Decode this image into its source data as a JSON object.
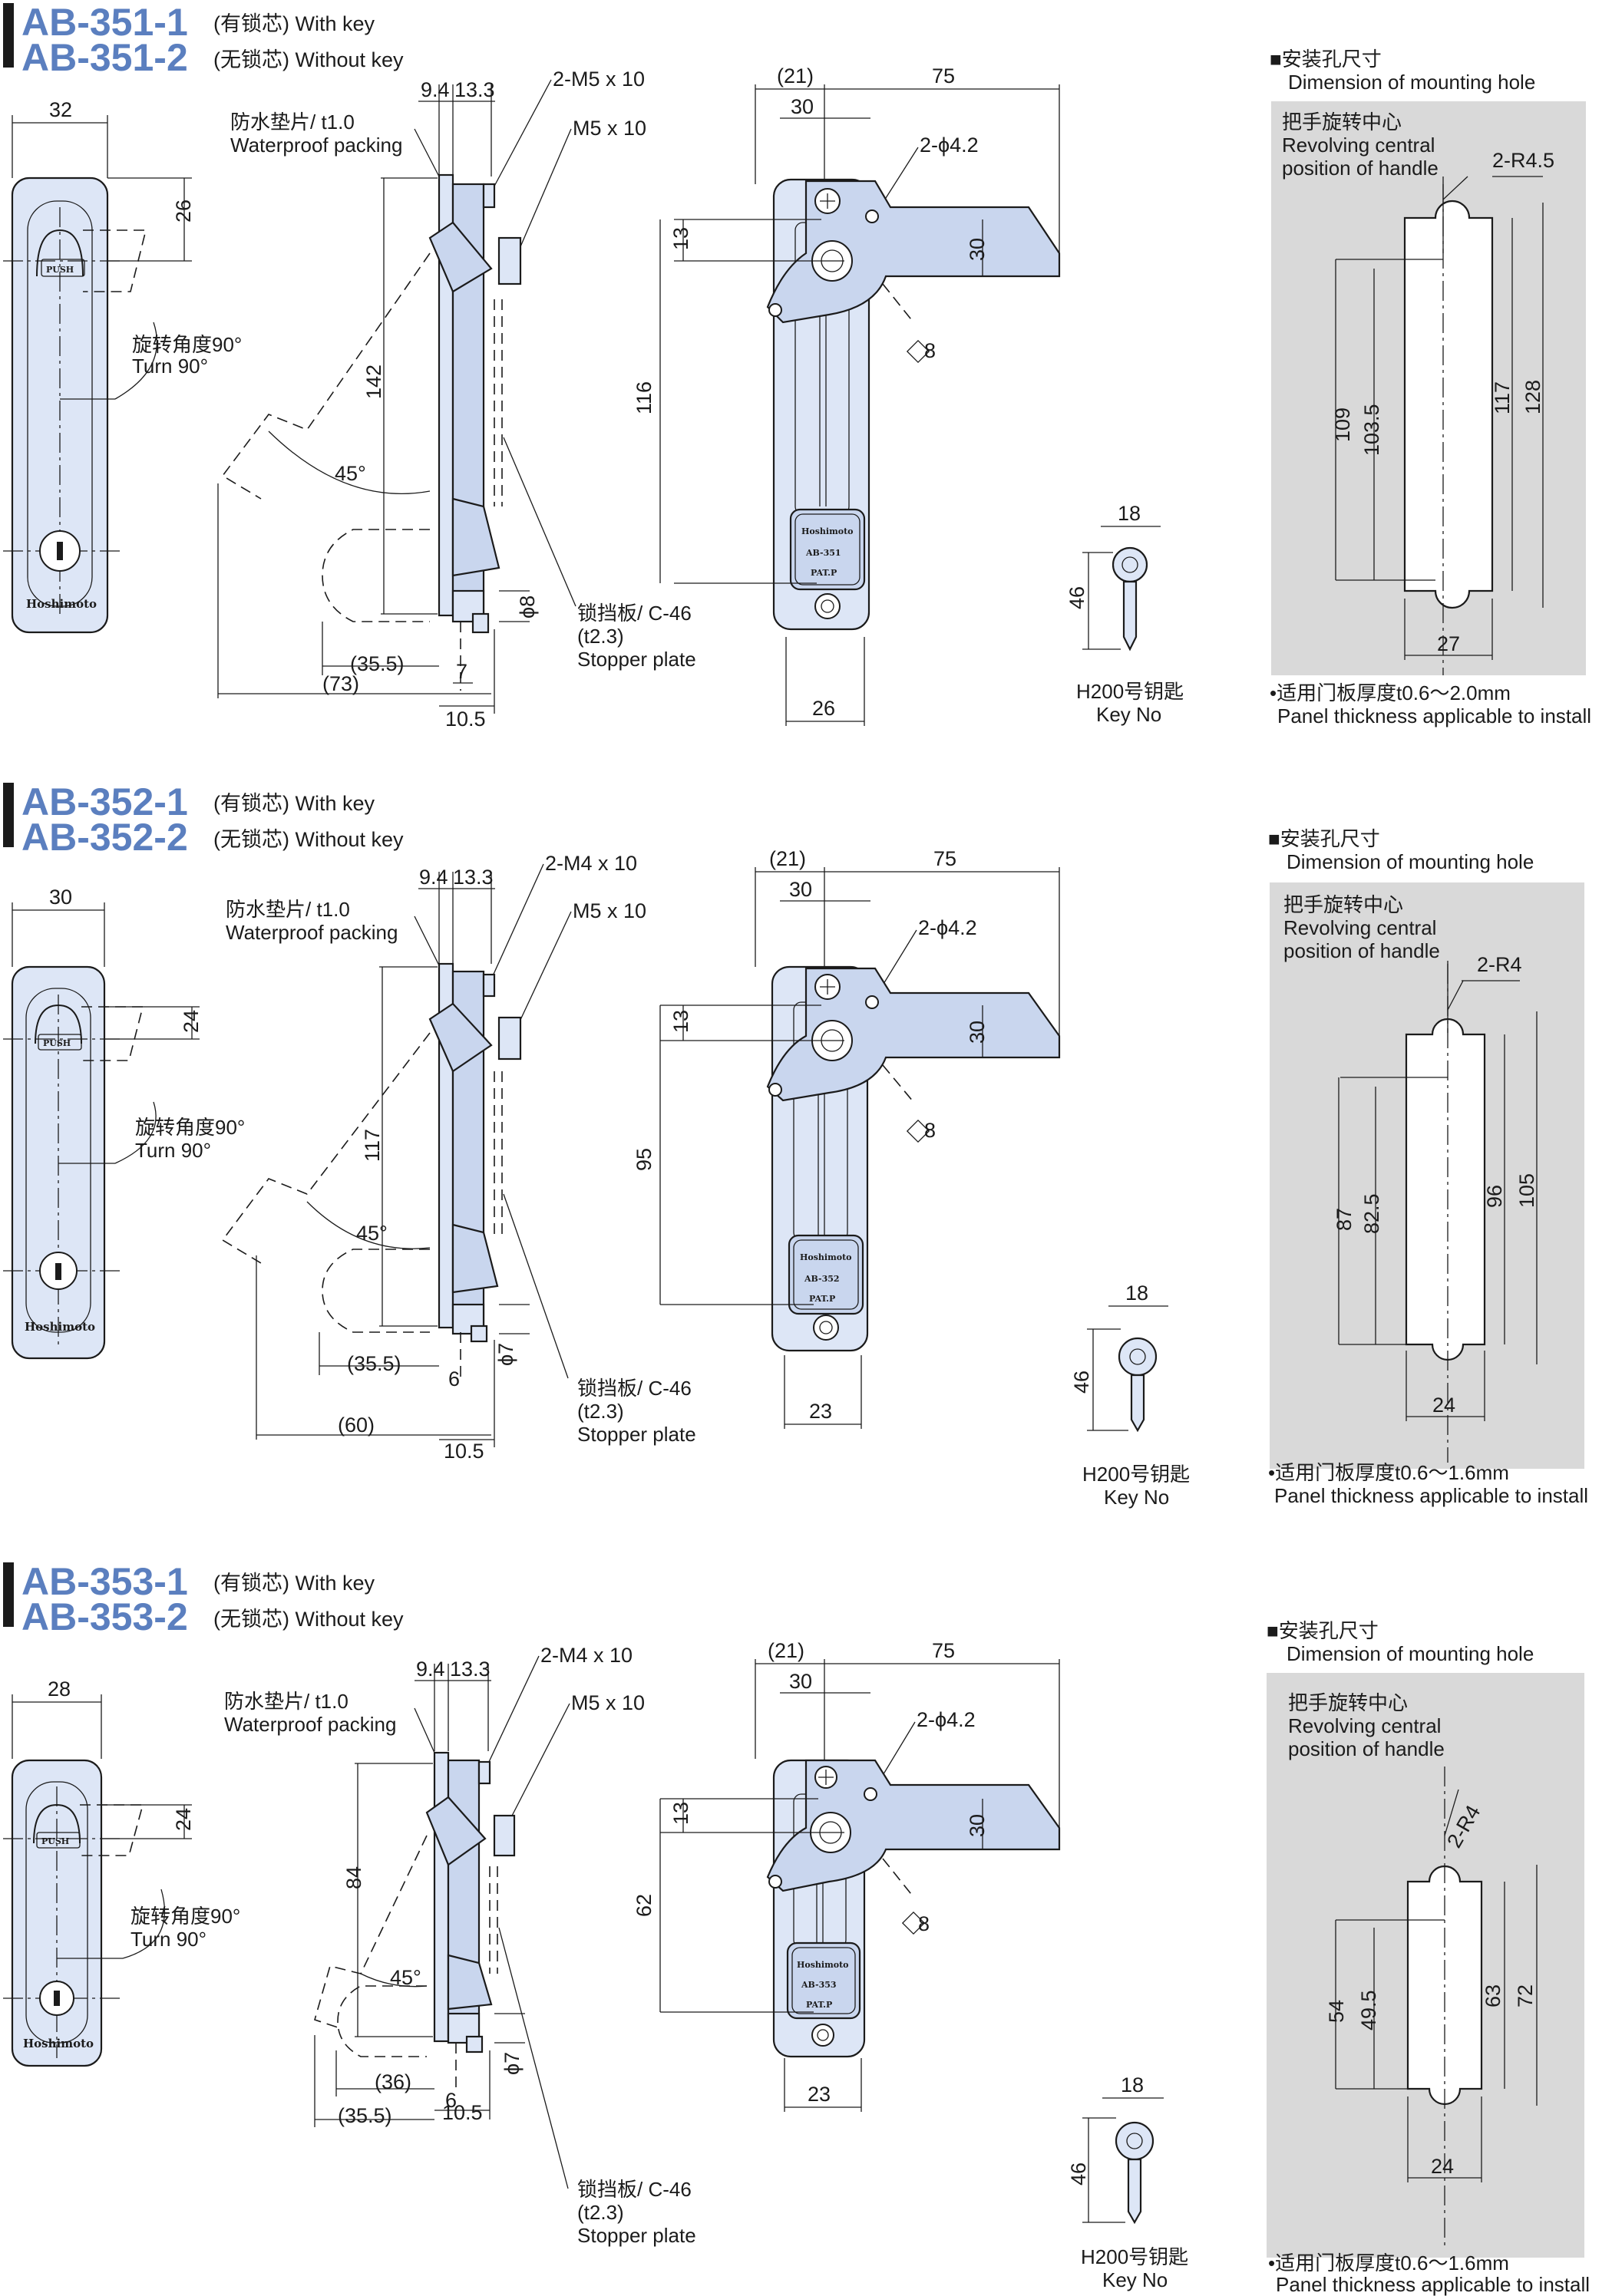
{
  "colors": {
    "model": "#5b7fbf",
    "part_fill": "#dde6f6",
    "panel_gray": "#d9d9d9",
    "text": "#1b1b1b"
  },
  "common": {
    "with_key": "(有锁芯) With key",
    "without_key": "(无锁芯) Without key",
    "packing_cn": "防水垫片/ t1.0",
    "packing_en": "Waterproof packing",
    "turn_cn": "旋转角度90°",
    "turn_en": "Turn 90°",
    "angle45": "45°",
    "stopper_cn": "锁挡板/ C-46",
    "stopper_t": "(t2.3)",
    "stopper_en": "Stopper plate",
    "key_cn": "H200号钥匙",
    "key_en": "Key No",
    "mount_cn": "■安装孔尺寸",
    "mount_en": "Dimension of mounting hole",
    "center_cn": "把手旋转中心",
    "center_en1": "Revolving central",
    "center_en2": "position of handle",
    "push": "PUSH",
    "brand": "Hoshimoto",
    "pat": "PAT.P",
    "hole2": "2-ϕ4.2",
    "m5": "M5 x 10",
    "d21": "(21)",
    "d75": "75",
    "d30": "30",
    "d13": "13",
    "d8": "8",
    "d9_4": "9.4",
    "d13_3": "13.3",
    "d10_5": "10.5",
    "d35_5": "(35.5)",
    "key18": "18",
    "key46": "46"
  },
  "sections": [
    {
      "model1": "AB-351-1",
      "model2": "AB-351-2",
      "label": "AB-351",
      "width": "32",
      "top": "26",
      "screw": "2-M5 x 10",
      "len": "142",
      "d7": "7",
      "dia": "ϕ8",
      "depth": "(73)",
      "span": "116",
      "bw": "26",
      "hw": "27",
      "h1": "109",
      "h2": "103.5",
      "h3": "117",
      "h4": "128",
      "r": "2-R4.5",
      "thick_cn": "•适用门板厚度t0.6～2.0mm",
      "thick_en": "Panel thickness applicable to install"
    },
    {
      "model1": "AB-352-1",
      "model2": "AB-352-2",
      "label": "AB-352",
      "width": "30",
      "top": "24",
      "screw": "2-M4 x 10",
      "len": "117",
      "d7": "6",
      "dia": "ϕ7",
      "depth": "(60)",
      "span": "95",
      "bw": "23",
      "hw": "24",
      "h1": "87",
      "h2": "82.5",
      "h3": "96",
      "h4": "105",
      "r": "2-R4",
      "thick_cn": "•适用门板厚度t0.6～1.6mm",
      "thick_en": "Panel thickness applicable to install"
    },
    {
      "model1": "AB-353-1",
      "model2": "AB-353-2",
      "label": "AB-353",
      "width": "28",
      "top": "24",
      "screw": "2-M4 x 10",
      "len": "84",
      "d7": "6",
      "dia": "ϕ7",
      "depth": "(36)",
      "span": "62",
      "bw": "23",
      "hw": "24",
      "h1": "54",
      "h2": "49.5",
      "h3": "63",
      "h4": "72",
      "r": "2-R4",
      "thick_cn": "•适用门板厚度t0.6～1.6mm",
      "thick_en": "Panel thickness applicable to install"
    }
  ]
}
